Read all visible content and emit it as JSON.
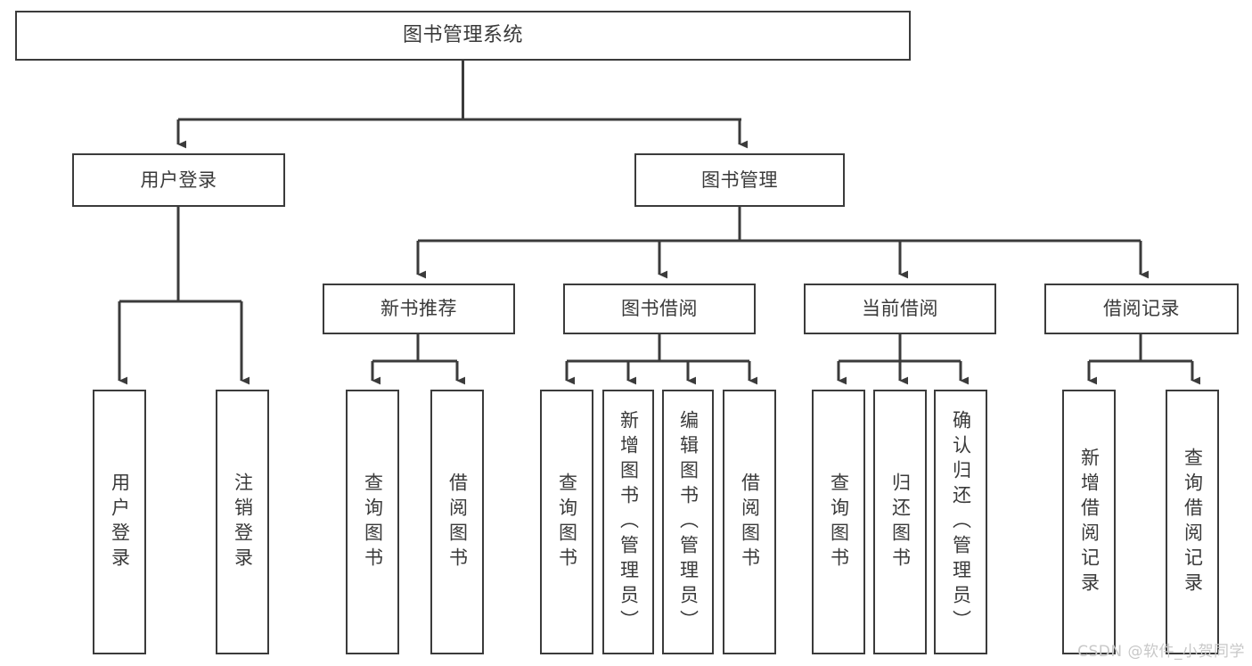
{
  "diagram": {
    "type": "tree-hierarchy-chart",
    "title": "图书管理系统",
    "stroke_color": "#3b3b3b",
    "text_color": "#3a3a3a",
    "background_color": "#ffffff"
  },
  "root": {
    "label": "图书管理系统"
  },
  "level2": [
    {
      "label": "用户登录"
    },
    {
      "label": "图书管理"
    }
  ],
  "level3": [
    {
      "label": "新书推荐"
    },
    {
      "label": "图书借阅"
    },
    {
      "label": "当前借阅"
    },
    {
      "label": "借阅记录"
    }
  ],
  "leaves": {
    "user_login": [
      {
        "label": "用户登录"
      },
      {
        "label": "注销登录"
      }
    ],
    "new_book_recommend": [
      {
        "label": "查询图书"
      },
      {
        "label": "借阅图书"
      }
    ],
    "book_borrow": [
      {
        "label": "查询图书"
      },
      {
        "label": "新增图书（管理员）"
      },
      {
        "label": "编辑图书（管理员）"
      },
      {
        "label": "借阅图书"
      }
    ],
    "current_borrow": [
      {
        "label": "查询图书"
      },
      {
        "label": "归还图书"
      },
      {
        "label": "确认归还（管理员）"
      }
    ],
    "borrow_record": [
      {
        "label": "新增借阅记录"
      },
      {
        "label": "查询借阅记录"
      }
    ]
  },
  "watermark": {
    "text": "CSDN @软件_小贺同学"
  }
}
